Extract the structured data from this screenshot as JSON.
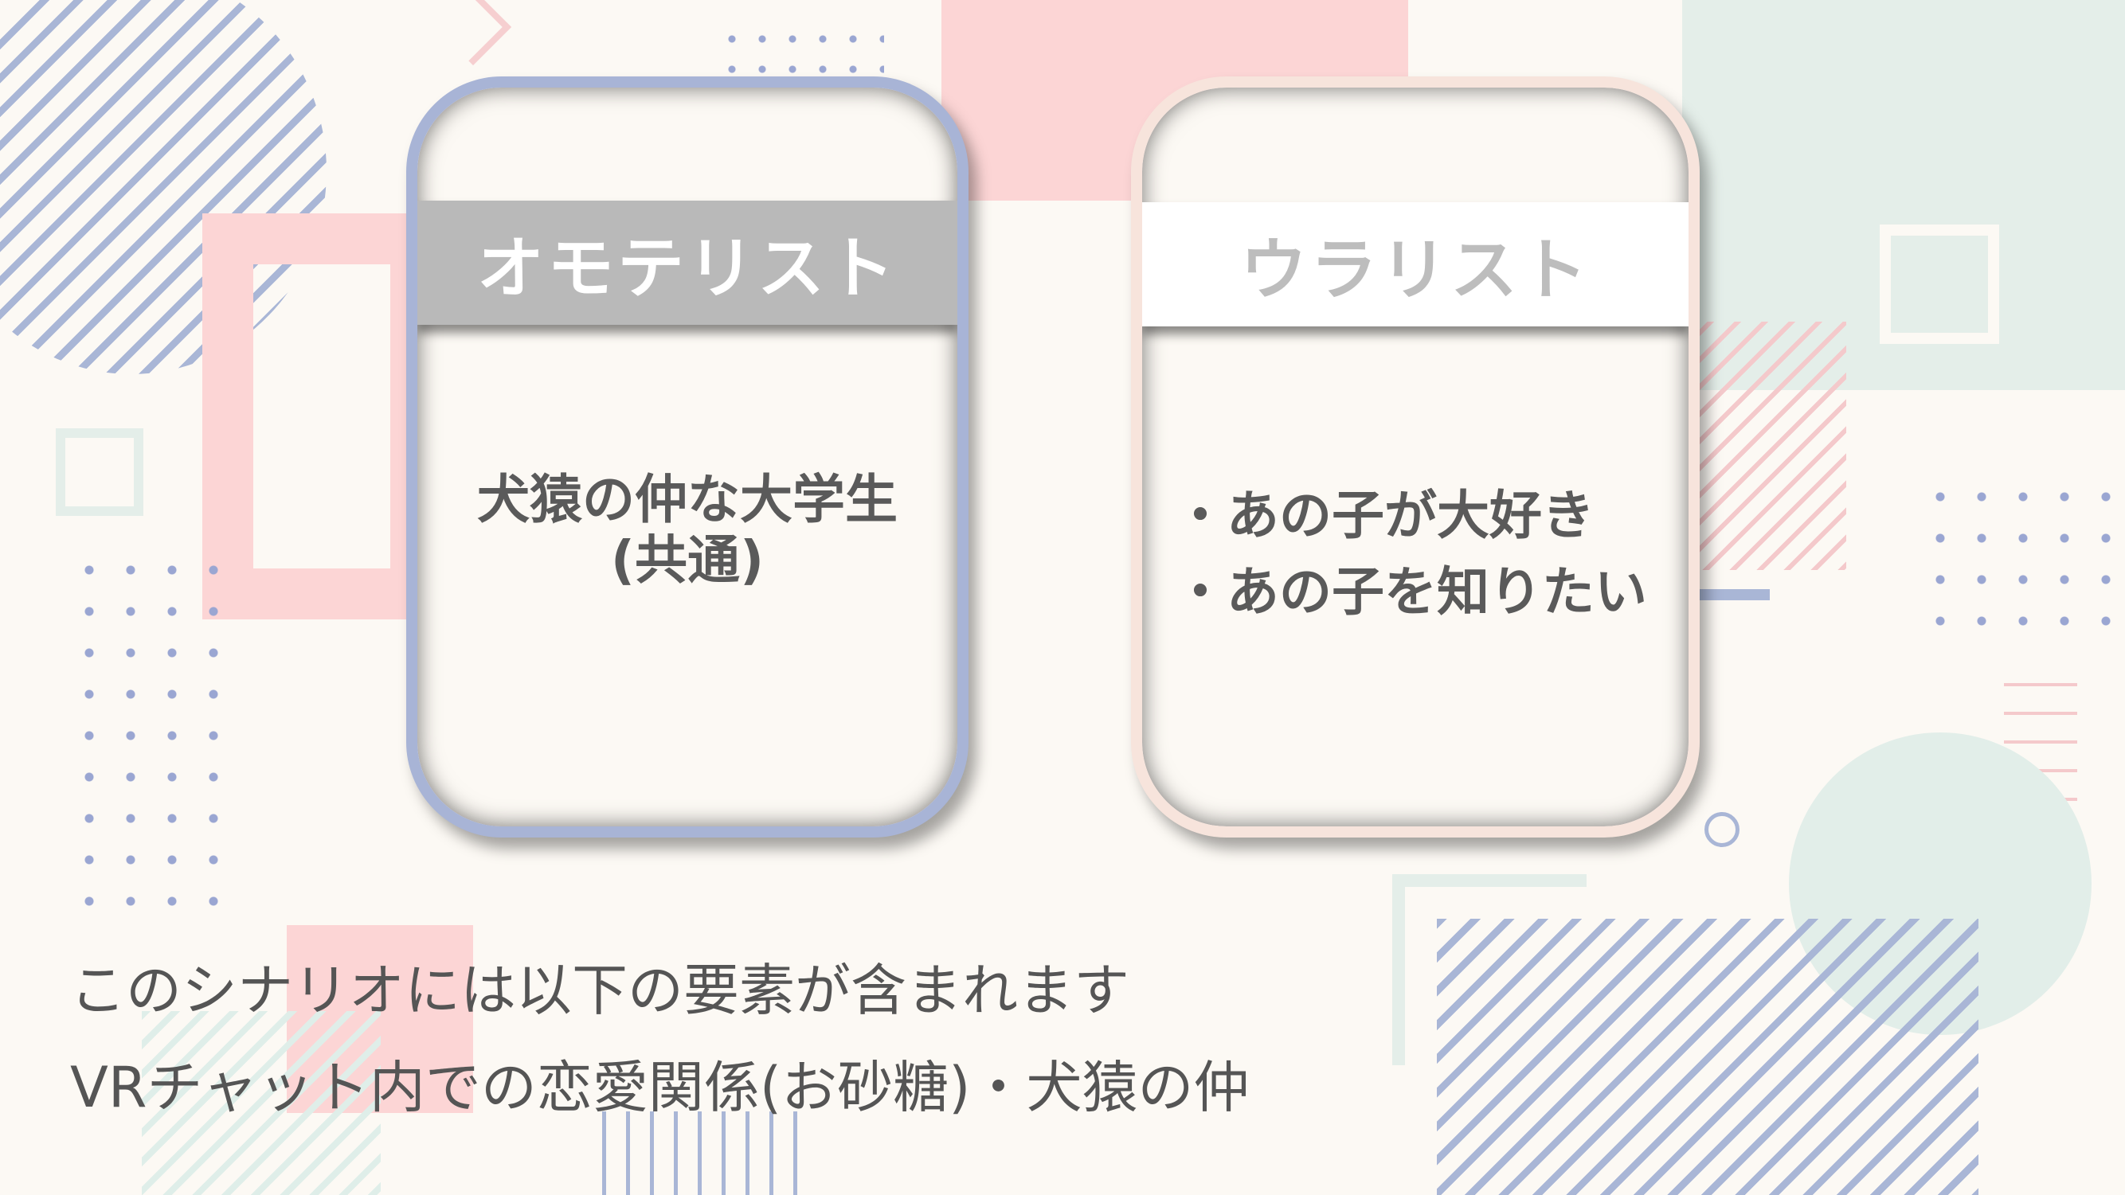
{
  "cards": {
    "omote": {
      "title": "オモテリスト",
      "lines": [
        "犬猿の仲な大学生",
        "(共通)"
      ]
    },
    "ura": {
      "title": "ウラリスト",
      "lines": [
        "・あの子が大好き",
        "・あの子を知りたい"
      ]
    }
  },
  "notice": {
    "line1": "このシナリオには以下の要素が含まれます",
    "line2": "VRチャット内での恋愛関係(お砂糖)・犬猿の仲"
  },
  "colors": {
    "background": "#fcf9f4",
    "blue_accent": "#a8b4d6",
    "pink_accent": "#f6cfd0",
    "mint_accent": "#e3efea",
    "gray_band": "#b9b9b9",
    "text_dark": "#5a5a5a"
  }
}
